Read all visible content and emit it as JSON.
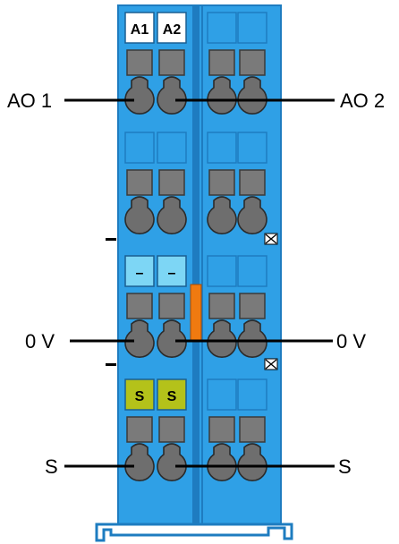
{
  "colors": {
    "body": "#2fa0e6",
    "dark": "#1e7cc0",
    "slot": "#7a7a7a",
    "clamp": "#6e6e6e",
    "marker_white": "#ffffff",
    "marker_light_blue": "#7dd6f5",
    "marker_yellow": "#b4c21a",
    "bridge": "#f07a10",
    "line": "#000000"
  },
  "markers": {
    "row1": [
      "A1",
      "A2"
    ],
    "row3": [
      "–",
      "–"
    ],
    "row4": [
      "S",
      "S"
    ]
  },
  "labels": {
    "ao1": "AO 1",
    "ao2": "AO 2",
    "ov_left": "0 V",
    "ov_right": "0 V",
    "s_left": "S",
    "s_right": "S"
  },
  "icons": [
    "power-jumper-contact-icon"
  ]
}
